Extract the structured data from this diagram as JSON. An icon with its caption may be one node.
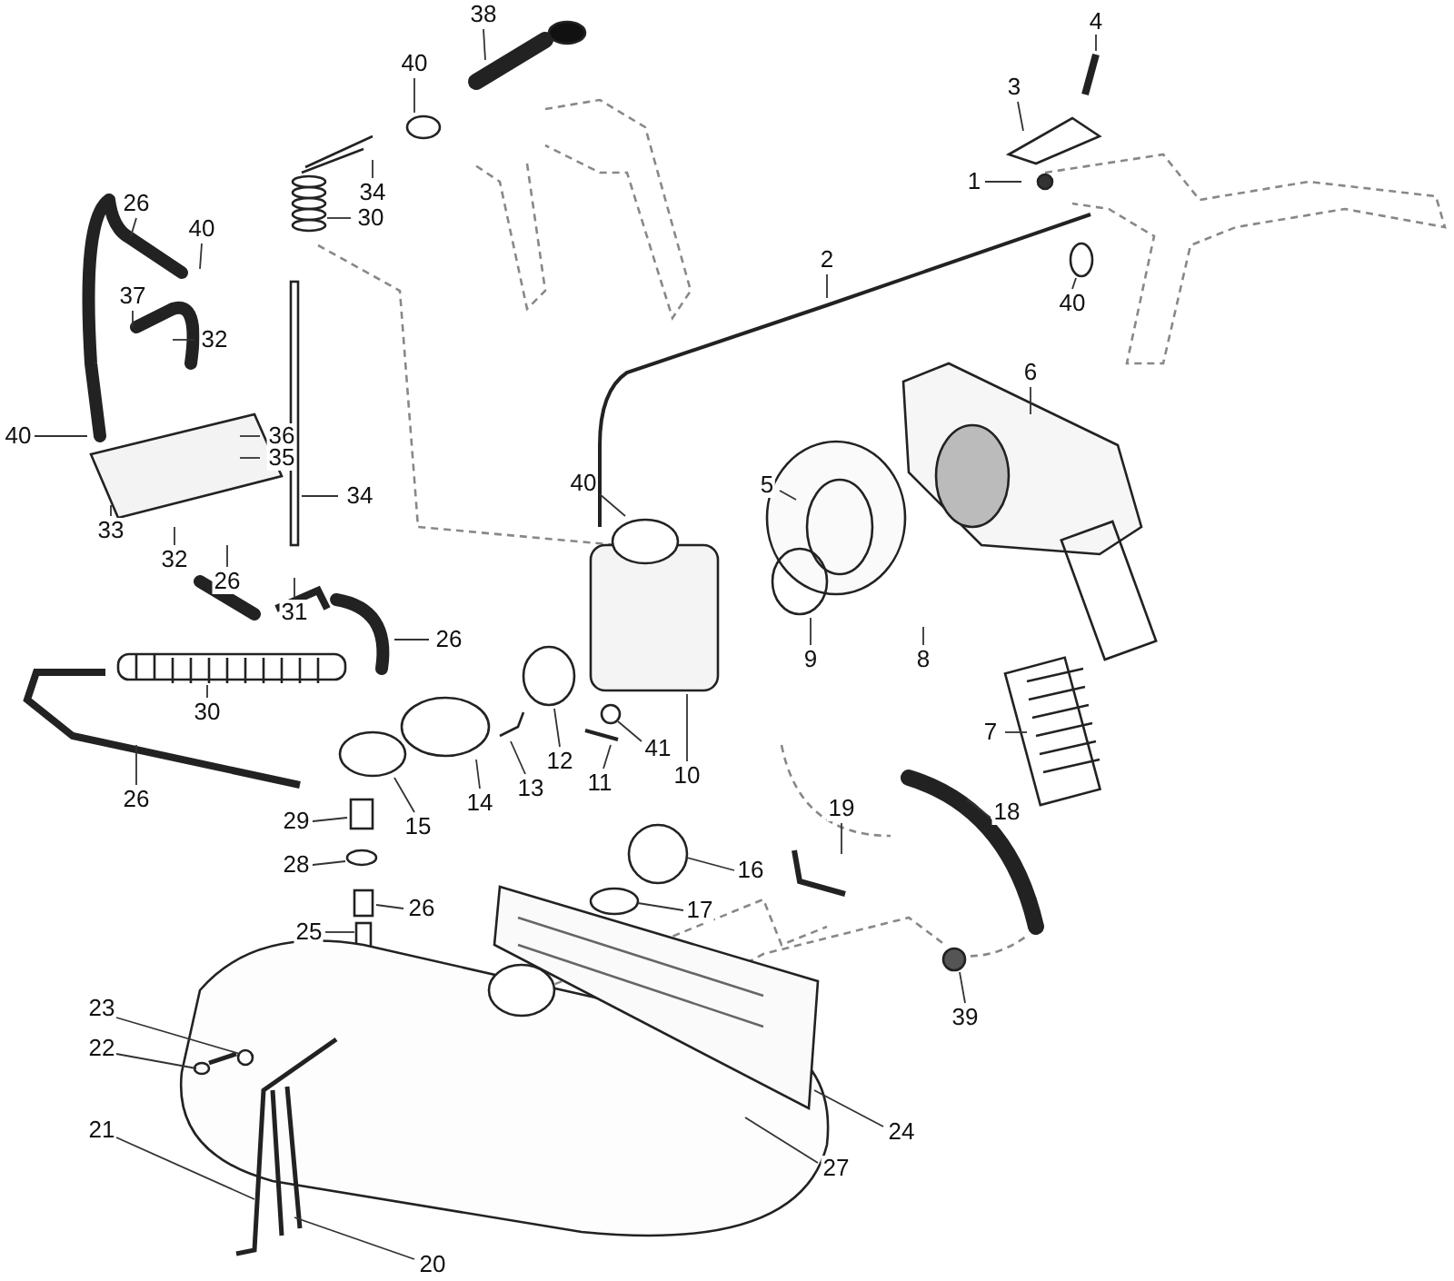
{
  "diagram": {
    "nodes": [
      {
        "text": [
          "38"
        ]
      },
      {
        "text": [
          "4"
        ]
      },
      {
        "text": [
          "40"
        ]
      },
      {
        "text": [
          "3"
        ]
      },
      {
        "text": [
          "1"
        ]
      },
      {
        "text": [
          "34"
        ]
      },
      {
        "text": [
          "26"
        ]
      },
      {
        "text": [
          "30"
        ]
      },
      {
        "text": [
          "40"
        ]
      },
      {
        "text": [
          "2"
        ]
      },
      {
        "text": [
          "40"
        ]
      },
      {
        "text": [
          "37"
        ]
      },
      {
        "text": [
          "32"
        ]
      },
      {
        "text": [
          "6"
        ]
      },
      {
        "text": [
          "40"
        ]
      },
      {
        "text": [
          "36"
        ]
      },
      {
        "text": [
          "35"
        ]
      },
      {
        "text": [
          "40"
        ]
      },
      {
        "text": [
          "5"
        ]
      },
      {
        "text": [
          "34"
        ]
      },
      {
        "text": [
          "33"
        ]
      },
      {
        "text": [
          "32"
        ]
      },
      {
        "text": [
          "26"
        ]
      },
      {
        "text": [
          "31"
        ]
      },
      {
        "text": [
          "26"
        ]
      },
      {
        "text": [
          "9"
        ]
      },
      {
        "text": [
          "8"
        ]
      },
      {
        "text": [
          "30"
        ]
      },
      {
        "text": [
          "7"
        ]
      },
      {
        "text": [
          "41"
        ]
      },
      {
        "text": [
          "12"
        ]
      },
      {
        "text": [
          "13"
        ]
      },
      {
        "text": [
          "11"
        ]
      },
      {
        "text": [
          "14"
        ]
      },
      {
        "text": [
          "10"
        ]
      },
      {
        "text": [
          "15"
        ]
      },
      {
        "text": [
          "26"
        ]
      },
      {
        "text": [
          "29"
        ]
      },
      {
        "text": [
          "19"
        ]
      },
      {
        "text": [
          "18"
        ]
      },
      {
        "text": [
          "28"
        ]
      },
      {
        "text": [
          "16"
        ]
      },
      {
        "text": [
          "17"
        ]
      },
      {
        "text": [
          "26"
        ]
      },
      {
        "text": [
          "25"
        ]
      },
      {
        "text": [
          "23"
        ]
      },
      {
        "text": [
          "39"
        ]
      },
      {
        "text": [
          "22"
        ]
      },
      {
        "text": [
          "21"
        ]
      },
      {
        "text": [
          "24"
        ]
      },
      {
        "text": [
          "27"
        ]
      },
      {
        "text": [
          "20"
        ]
      }
    ],
    "edges": [
      {
        "from": 0,
        "to": null,
        "arrow": "none"
      },
      {
        "from": 1,
        "to": null,
        "arrow": "none"
      },
      {
        "from": 2,
        "to": null,
        "arrow": "none"
      },
      {
        "from": 3,
        "to": null,
        "arrow": "none"
      },
      {
        "from": 4,
        "to": null,
        "arrow": "none"
      },
      {
        "from": 5,
        "to": null,
        "arrow": "none"
      },
      {
        "from": 6,
        "to": null,
        "arrow": "none"
      },
      {
        "from": 7,
        "to": null,
        "arrow": "none"
      },
      {
        "from": 8,
        "to": null,
        "arrow": "none"
      },
      {
        "from": 9,
        "to": null,
        "arrow": "none"
      },
      {
        "from": 10,
        "to": null,
        "arrow": "none"
      },
      {
        "from": 11,
        "to": null,
        "arrow": "none"
      },
      {
        "from": 12,
        "to": null,
        "arrow": "none"
      },
      {
        "from": 13,
        "to": null,
        "arrow": "none"
      },
      {
        "from": 14,
        "to": null,
        "arrow": "none"
      },
      {
        "from": 15,
        "to": null,
        "arrow": "none"
      },
      {
        "from": 16,
        "to": null,
        "arrow": "none"
      },
      {
        "from": 17,
        "to": null,
        "arrow": "none"
      },
      {
        "from": 18,
        "to": null,
        "arrow": "none"
      },
      {
        "from": 19,
        "to": null,
        "arrow": "none"
      },
      {
        "from": 20,
        "to": null,
        "arrow": "none"
      },
      {
        "from": 21,
        "to": null,
        "arrow": "none"
      },
      {
        "from": 22,
        "to": null,
        "arrow": "none"
      },
      {
        "from": 23,
        "to": null,
        "arrow": "none"
      },
      {
        "from": 24,
        "to": null,
        "arrow": "none"
      },
      {
        "from": 25,
        "to": null,
        "arrow": "none"
      },
      {
        "from": 26,
        "to": null,
        "arrow": "none"
      },
      {
        "from": 27,
        "to": null,
        "arrow": "none"
      },
      {
        "from": 28,
        "to": null,
        "arrow": "none"
      },
      {
        "from": 29,
        "to": null,
        "arrow": "none"
      },
      {
        "from": 30,
        "to": null,
        "arrow": "none"
      },
      {
        "from": 31,
        "to": null,
        "arrow": "none"
      },
      {
        "from": 32,
        "to": null,
        "arrow": "none"
      },
      {
        "from": 33,
        "to": null,
        "arrow": "none"
      },
      {
        "from": 34,
        "to": null,
        "arrow": "none"
      },
      {
        "from": 35,
        "to": null,
        "arrow": "none"
      },
      {
        "from": 36,
        "to": null,
        "arrow": "none"
      },
      {
        "from": 37,
        "to": null,
        "arrow": "none"
      },
      {
        "from": 38,
        "to": null,
        "arrow": "none"
      },
      {
        "from": 39,
        "to": null,
        "arrow": "none"
      },
      {
        "from": 40,
        "to": null,
        "arrow": "none"
      },
      {
        "from": 41,
        "to": null,
        "arrow": "none"
      },
      {
        "from": 42,
        "to": null,
        "arrow": "none"
      },
      {
        "from": 43,
        "to": null,
        "arrow": "none"
      },
      {
        "from": 44,
        "to": null,
        "arrow": "none"
      },
      {
        "from": 45,
        "to": null,
        "arrow": "none"
      },
      {
        "from": 46,
        "to": null,
        "arrow": "none"
      },
      {
        "from": 47,
        "to": null,
        "arrow": "none"
      },
      {
        "from": 48,
        "to": null,
        "arrow": "none"
      },
      {
        "from": 49,
        "to": null,
        "arrow": "none"
      },
      {
        "from": 50,
        "to": null,
        "arrow": "none"
      },
      {
        "from": 51,
        "to": null,
        "arrow": "none"
      }
    ]
  }
}
